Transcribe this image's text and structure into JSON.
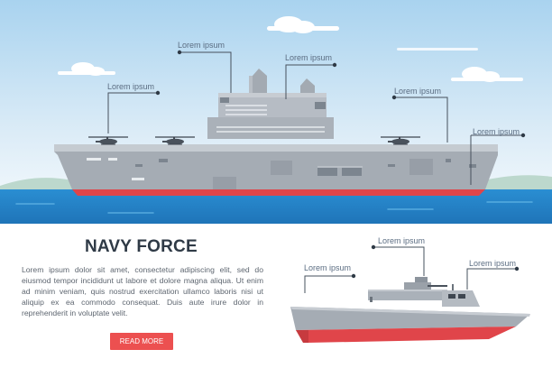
{
  "banner": {
    "title": "NAVY FORCE",
    "description": "Lorem ipsum dolor sit amet, consectetur adipiscing elit, sed do eiusmod tempor incididunt ut labore et dolore magna aliqua. Ut enim ad minim veniam, quis nostrud exercitation ullamco laboris nisi ut aliquip ex ea commodo consequat. Duis aute irure dolor in reprehenderit in voluptate velit.",
    "button_label": "READ MORE"
  },
  "carrier_callouts": [
    "Lorem ipsum",
    "Lorem ipsum",
    "Lorem ipsum",
    "Lorem ipsum",
    "Lorem ipsum"
  ],
  "boat_callouts": [
    "Lorem ipsum",
    "Lorem ipsum",
    "Lorem ipsum"
  ],
  "colors": {
    "sky": "#cfe6f5",
    "sea": "#2d8fd0",
    "hull": "#a8b0b8",
    "hull_red": "#e0454a",
    "title": "#2f3a46",
    "button": "#ec5050",
    "callout_text": "#5b6d82"
  },
  "icons": {
    "carrier": "aircraft-carrier-icon",
    "helicopter": "helicopter-icon",
    "patrol_boat": "patrol-boat-icon"
  }
}
